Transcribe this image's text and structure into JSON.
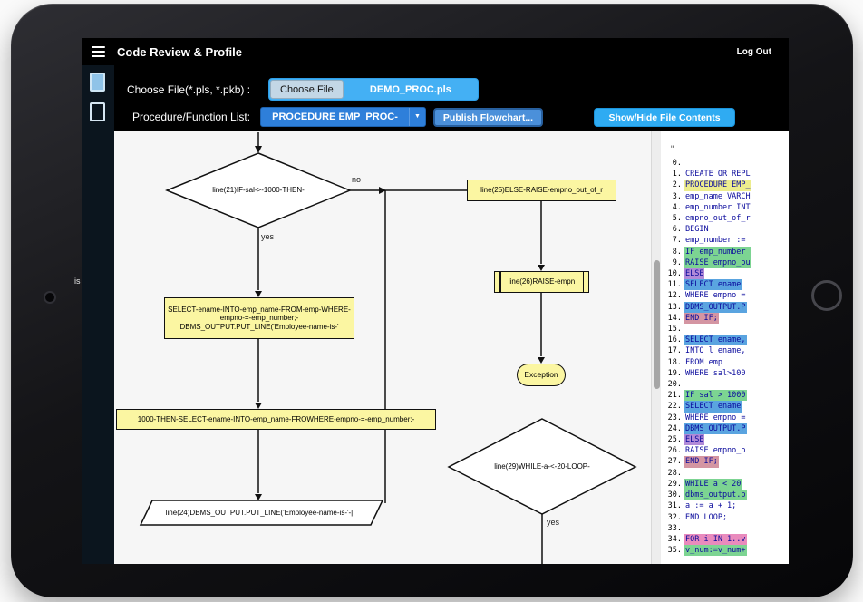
{
  "navbar": {
    "title": "Code Review & Profile",
    "logout_label": "Log Out"
  },
  "sidebar": {
    "icons": [
      "file-document-active",
      "file-document"
    ]
  },
  "toolbar": {
    "choose_file_label": "Choose File(*.pls, *.pkb) :",
    "choose_file_button": "Choose File",
    "file_name": "DEMO_PROC.pls",
    "procedure_list_label": "Procedure/Function List:",
    "procedure_selected": "PROCEDURE EMP_PROC-",
    "dropdown_arrow": "▼",
    "publish_button": "Publish Flowchart...",
    "showhide_button": "Show/Hide File Contents"
  },
  "edge_text": "is",
  "flowchart": {
    "nodes": {
      "decision_if_sal": "line(21)IF-sal->-1000-THEN-",
      "process_else_raise": "line(25)ELSE-RAISE-empno_out_of_r",
      "process_select_into": "SELECT-ename-INTO-emp_name-FROM-emp-WHERE-empno-=-emp_number;-DBMS_OUTPUT.PUT_LINE('Employee-name-is-'",
      "process_then_select": "1000-THEN-SELECT-ename-INTO-emp_name-FROWHERE-empno-=-emp_number;-",
      "io_put_line": "line(24)DBMS_OUTPUT.PUT_LINE('Employee-name-is-'-|",
      "predefined_raise": "line(26)RAISE-empn",
      "terminator_exception": "Exception",
      "decision_while": "line(29)WHILE-a-<-20-LOOP-"
    },
    "edge_labels": {
      "no": "no",
      "yes_if": "yes",
      "yes_while": "yes"
    }
  },
  "code_panel": {
    "top_mark": "\"",
    "text_color": "#0b0b9d",
    "highlight_colors": {
      "yellow": "#eded8d",
      "green": "#7cd492",
      "purple": "#b18ad8",
      "blue": "#5aa4e0",
      "pink": "#d495a2",
      "pink2": "#e98bbd"
    },
    "lines": [
      {
        "n": 0,
        "text": "",
        "hl": null
      },
      {
        "n": 1,
        "text": "CREATE OR REPL",
        "hl": null
      },
      {
        "n": 2,
        "text": "PROCEDURE EMP_",
        "hl": "yellow"
      },
      {
        "n": 3,
        "text": "emp_name VARCH",
        "hl": null
      },
      {
        "n": 4,
        "text": "emp_number INT",
        "hl": null
      },
      {
        "n": 5,
        "text": "empno_out_of_r",
        "hl": null
      },
      {
        "n": 6,
        "text": "BEGIN",
        "hl": null
      },
      {
        "n": 7,
        "text": "emp_number :=",
        "hl": null
      },
      {
        "n": 8,
        "text": "IF emp_number ",
        "hl": "green"
      },
      {
        "n": 9,
        "text": "RAISE empno_ou",
        "hl": "green"
      },
      {
        "n": 10,
        "text": "ELSE",
        "hl": "purple"
      },
      {
        "n": 11,
        "text": "SELECT ename",
        "hl": "blue"
      },
      {
        "n": 12,
        "text": "WHERE empno =",
        "hl": null
      },
      {
        "n": 13,
        "text": "DBMS_OUTPUT.P",
        "hl": "blue"
      },
      {
        "n": 14,
        "text": "END IF;",
        "hl": "pink"
      },
      {
        "n": 15,
        "text": "",
        "hl": null
      },
      {
        "n": 16,
        "text": "SELECT ename,",
        "hl": "blue"
      },
      {
        "n": 17,
        "text": "INTO l_ename,",
        "hl": null
      },
      {
        "n": 18,
        "text": "FROM emp",
        "hl": null
      },
      {
        "n": 19,
        "text": "WHERE sal>100",
        "hl": null
      },
      {
        "n": 20,
        "text": "",
        "hl": null
      },
      {
        "n": 21,
        "text": "IF sal > 1000",
        "hl": "green"
      },
      {
        "n": 22,
        "text": "SELECT ename",
        "hl": "blue"
      },
      {
        "n": 23,
        "text": "WHERE empno =",
        "hl": null
      },
      {
        "n": 24,
        "text": "DBMS_OUTPUT.P",
        "hl": "blue"
      },
      {
        "n": 25,
        "text": "ELSE",
        "hl": "purple"
      },
      {
        "n": 26,
        "text": "RAISE empno_o",
        "hl": null
      },
      {
        "n": 27,
        "text": "END IF;",
        "hl": "pink"
      },
      {
        "n": 28,
        "text": "",
        "hl": null
      },
      {
        "n": 29,
        "text": "WHILE a < 20",
        "hl": "green"
      },
      {
        "n": 30,
        "text": "dbms_output.p",
        "hl": "green"
      },
      {
        "n": 31,
        "text": "a := a + 1;",
        "hl": null
      },
      {
        "n": 32,
        "text": "END LOOP;",
        "hl": null
      },
      {
        "n": 33,
        "text": "",
        "hl": null
      },
      {
        "n": 34,
        "text": "FOR i IN 1..v",
        "hl": "pink2"
      },
      {
        "n": 35,
        "text": "v_num:=v_num+",
        "hl": "green"
      }
    ]
  },
  "colors": {
    "navbar_bg": "#000000",
    "sidebar_bg": "#0b151e",
    "accent_blue": "#2e7fda",
    "accent_light_blue": "#2fabf2",
    "file_accent": "#44b0f4",
    "node_yellow": "#fbf6a2"
  }
}
